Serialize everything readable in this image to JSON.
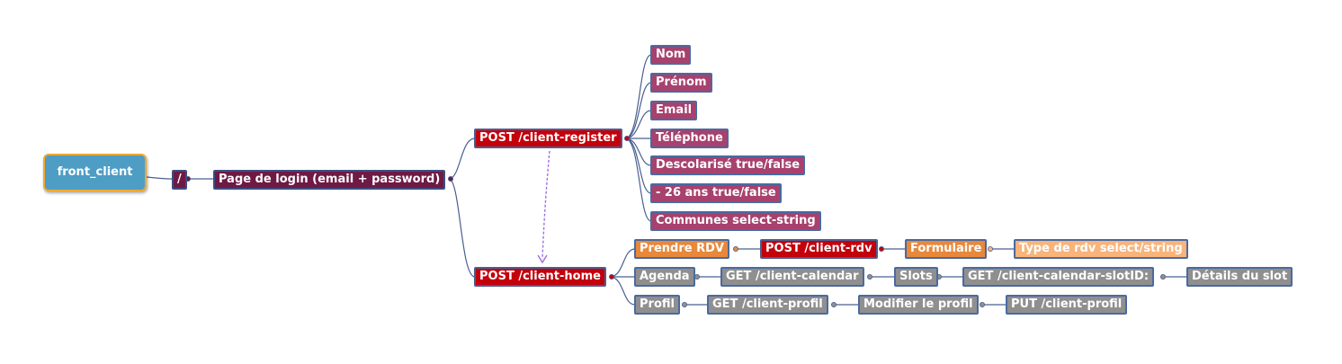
{
  "root": {
    "label": "front_client"
  },
  "slash": {
    "label": "/"
  },
  "login": {
    "label": "Page de login (email + password)"
  },
  "register": {
    "label": "POST /client-register",
    "fields": [
      {
        "label": "Nom"
      },
      {
        "label": "Prénom"
      },
      {
        "label": "Email"
      },
      {
        "label": "Téléphone"
      },
      {
        "label": "Descolarisé true/false"
      },
      {
        "label": "- 26 ans true/false"
      },
      {
        "label": "Communes select-string"
      }
    ]
  },
  "home": {
    "label": "POST /client-home",
    "rdv": {
      "label": "Prendre RDV",
      "post": "POST /client-rdv",
      "form": "Formulaire",
      "type": "Type de rdv select/string"
    },
    "agenda": {
      "label": "Agenda",
      "get": "GET /client-calendar",
      "slots": "Slots",
      "slot_get": "GET /client-calendar-slotID:",
      "details": "Détails du slot"
    },
    "profil": {
      "label": "Profil",
      "get": "GET /client-profil",
      "modify": "Modifier le profil",
      "put": "PUT /client-profil"
    }
  },
  "colors": {
    "root": "#4d9dc4",
    "root_border": "#f0a830",
    "dark": "#6e1a45",
    "red": "#c4000b",
    "field": "#a8416d",
    "orange": "#e8883a",
    "light_orange": "#f8b47a",
    "gray": "#8f8f8f",
    "connector": "#4a5f90",
    "relation_arrow": "#a070e0"
  }
}
